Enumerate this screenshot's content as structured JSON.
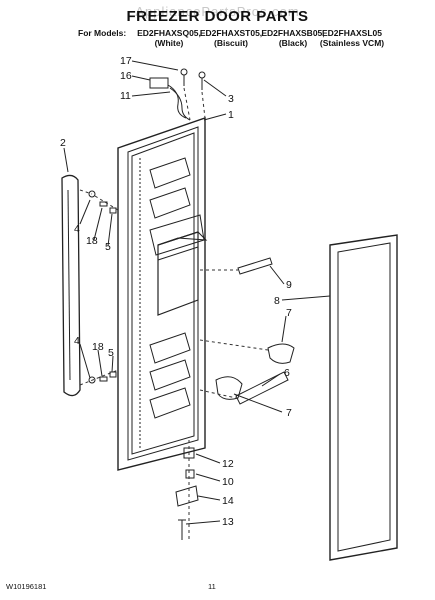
{
  "header": {
    "watermark": "AppliancePartsPros.com",
    "title": "FREEZER DOOR PARTS",
    "models_label": "For Models:",
    "models": [
      {
        "model": "ED2FHAXSQ05,",
        "color": "(White)"
      },
      {
        "model": "ED2FHAXST05,",
        "color": "(Biscuit)"
      },
      {
        "model": "ED2FHAXSB05,",
        "color": "(Black)"
      },
      {
        "model": "ED2FHAXSL05",
        "color": "(Stainless VCM)"
      }
    ]
  },
  "callouts": [
    "17",
    "16",
    "11",
    "3",
    "1",
    "2",
    "4",
    "18",
    "5",
    "9",
    "8",
    "7",
    "4",
    "18",
    "5",
    "6",
    "7",
    "12",
    "10",
    "14",
    "13"
  ],
  "footer": {
    "doc_number": "W10196181",
    "page_number": "11"
  }
}
